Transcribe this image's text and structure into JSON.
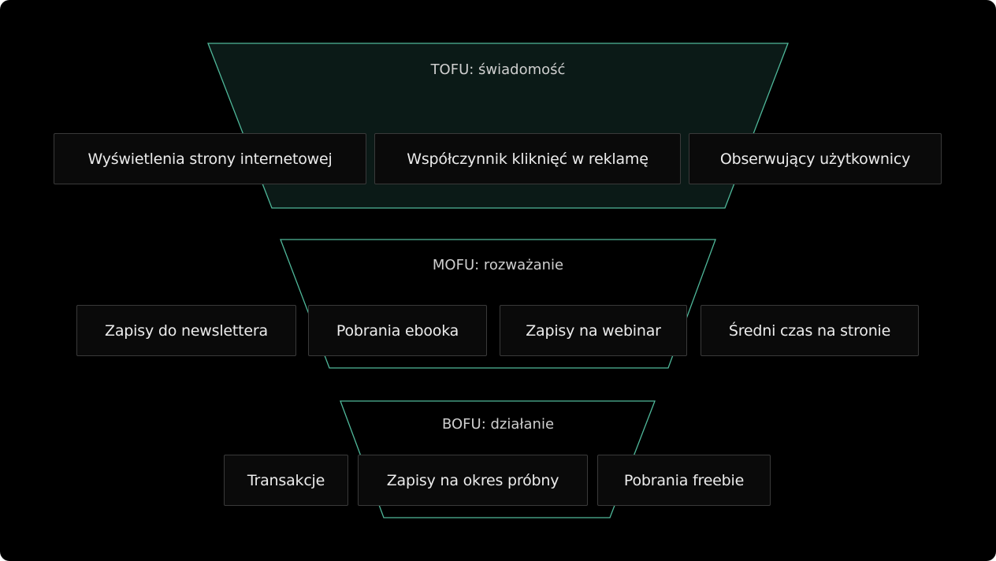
{
  "colors": {
    "stroke": "#4fb89a",
    "tofu_fill": "#0b1a17",
    "background": "#000000"
  },
  "stages": [
    {
      "title": "TOFU: świadomość",
      "metrics": [
        "Wyświetlenia strony internetowej",
        "Współczynnik kliknięć w reklamę",
        "Obserwujący użytkownicy"
      ]
    },
    {
      "title": "MOFU: rozważanie",
      "metrics": [
        "Zapisy do newslettera",
        "Pobrania ebooka",
        "Zapisy na webinar",
        "Średni czas na stronie"
      ]
    },
    {
      "title": "BOFU: działanie",
      "metrics": [
        "Transakcje",
        "Zapisy na okres próbny",
        "Pobrania freebie"
      ]
    }
  ]
}
